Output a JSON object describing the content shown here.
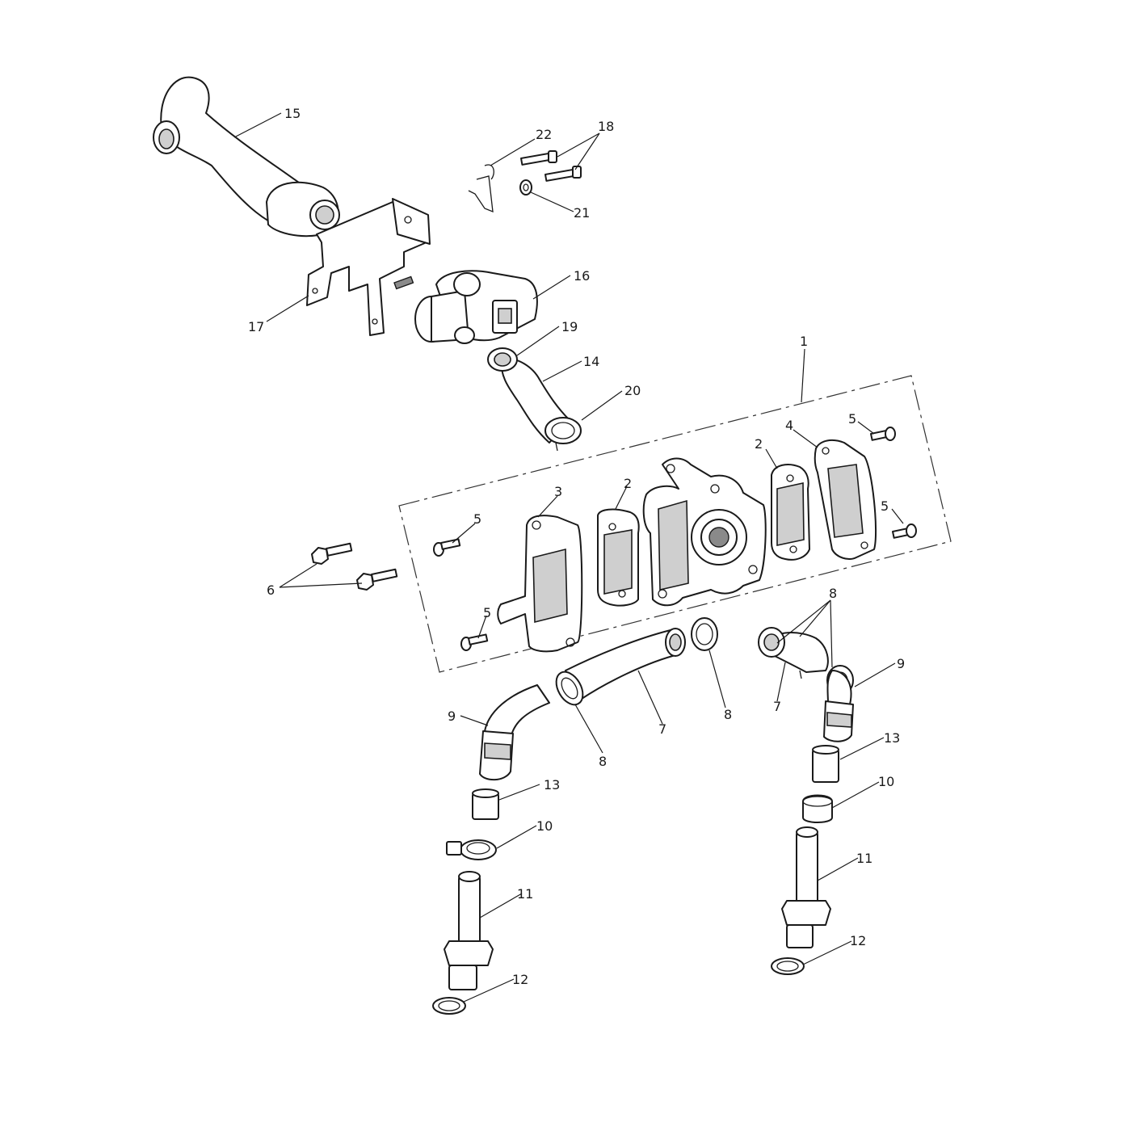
{
  "diagram": {
    "callouts": {
      "c1": "1",
      "c2a": "2",
      "c2b": "2",
      "c3": "3",
      "c4": "4",
      "c5a": "5",
      "c5b": "5",
      "c5c": "5",
      "c5d": "5",
      "c6": "6",
      "c7a": "7",
      "c7b": "7",
      "c8a": "8",
      "c8b": "8",
      "c8c": "8",
      "c9a": "9",
      "c9b": "9",
      "c10a": "10",
      "c10b": "10",
      "c11a": "11",
      "c11b": "11",
      "c12a": "12",
      "c12b": "12",
      "c13a": "13",
      "c13b": "13",
      "c14": "14",
      "c15": "15",
      "c16": "16",
      "c17": "17",
      "c18": "18",
      "c19": "19",
      "c20": "20",
      "c21": "21",
      "c22": "22"
    }
  }
}
